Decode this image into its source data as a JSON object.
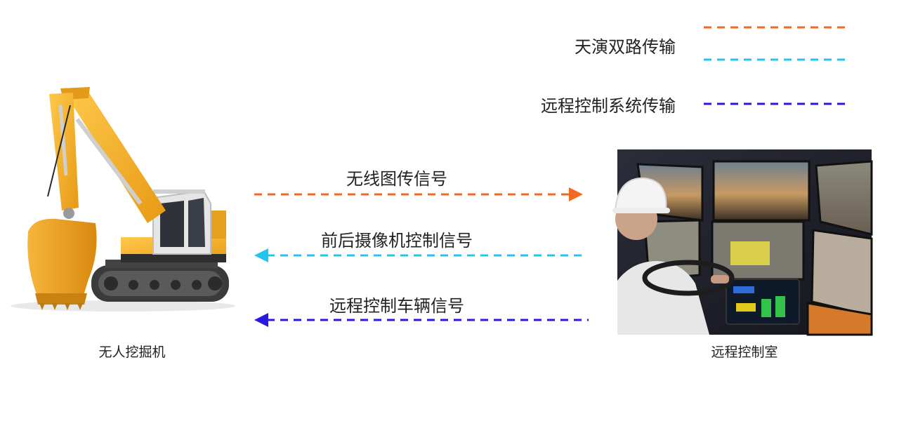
{
  "colors": {
    "wireless_image": "#f26a21",
    "camera_signal": "#25c4ee",
    "remote_control": "#2a18e0"
  },
  "legend": {
    "items": [
      {
        "label": "天演双路传输",
        "line_colors": [
          "#f26a21",
          "#25c4ee"
        ]
      },
      {
        "label": "远程控制系统传输",
        "line_colors": [
          "#2a18e0"
        ]
      }
    ]
  },
  "signals": [
    {
      "label": "无线图传信号",
      "direction": "to-right",
      "color": "#f26a21"
    },
    {
      "label": "前后摄像机控制信号",
      "direction": "to-left",
      "color": "#25c4ee"
    },
    {
      "label": "远程控制车辆信号",
      "direction": "to-left",
      "color": "#2a18e0"
    }
  ],
  "nodes": {
    "excavator": {
      "caption": "无人挖掘机"
    },
    "control_room": {
      "caption": "远程控制室"
    }
  }
}
